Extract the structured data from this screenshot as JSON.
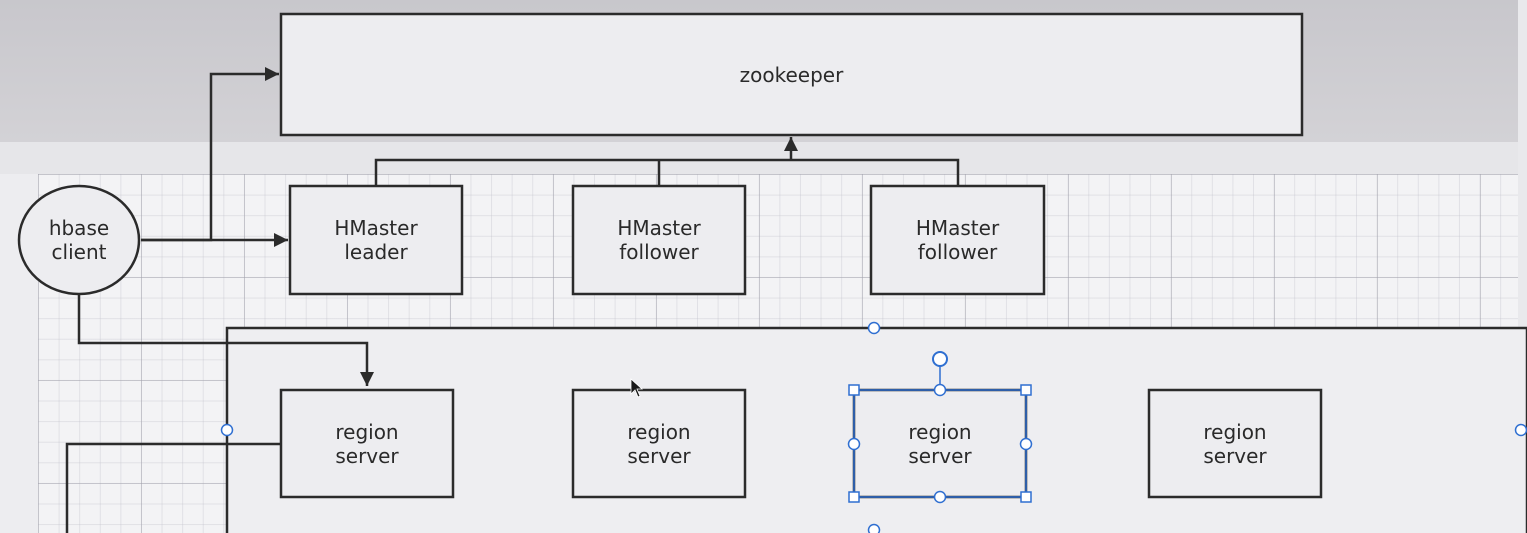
{
  "zookeeper": {
    "label": "zookeeper"
  },
  "client": {
    "line1": "hbase",
    "line2": "client"
  },
  "hmasters": [
    {
      "line1": "HMaster",
      "line2": "leader"
    },
    {
      "line1": "HMaster",
      "line2": "follower"
    },
    {
      "line1": "HMaster",
      "line2": "follower"
    }
  ],
  "region_servers": [
    {
      "line1": "region",
      "line2": "server"
    },
    {
      "line1": "region",
      "line2": "server"
    },
    {
      "line1": "region",
      "line2": "server",
      "selected": true
    },
    {
      "line1": "region",
      "line2": "server"
    }
  ],
  "colors": {
    "stroke": "#2b2b2b",
    "box_fill": "#ededf0",
    "selection": "#2f6fd1",
    "text": "#2a2a2a"
  }
}
